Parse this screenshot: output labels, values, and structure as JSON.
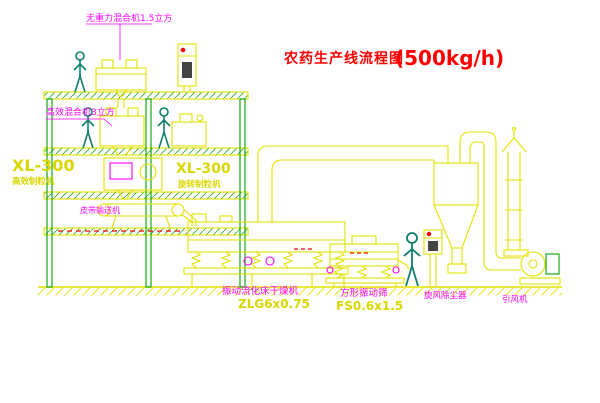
{
  "title": {
    "main": "农药生产线流程图",
    "capacity": "(500kg/h)"
  },
  "labels": {
    "top_mixer": "无重力混合机1.5立方",
    "mid_mixer": "高效混合机3立方",
    "granulator_left": {
      "model": "XL-300",
      "name": "高效制粒机"
    },
    "granulator_center": {
      "model": "XL-300",
      "name": "旋转制粒机"
    },
    "belt_conveyor": "皮带输送机",
    "dryer": {
      "name": "振动流化床干燥机",
      "model": "ZLG6x0.75"
    },
    "screen": {
      "name": "方形振动筛",
      "model": "FS0.6x1.5"
    },
    "cyclone": "旋风除尘器",
    "fan": "引风机"
  },
  "colors": {
    "line_yellow": "#e2e200",
    "line_green": "#00a000",
    "label_magenta": "#ff00ff",
    "title_red": "#ff0000",
    "person_green": "#0e7f6a"
  }
}
